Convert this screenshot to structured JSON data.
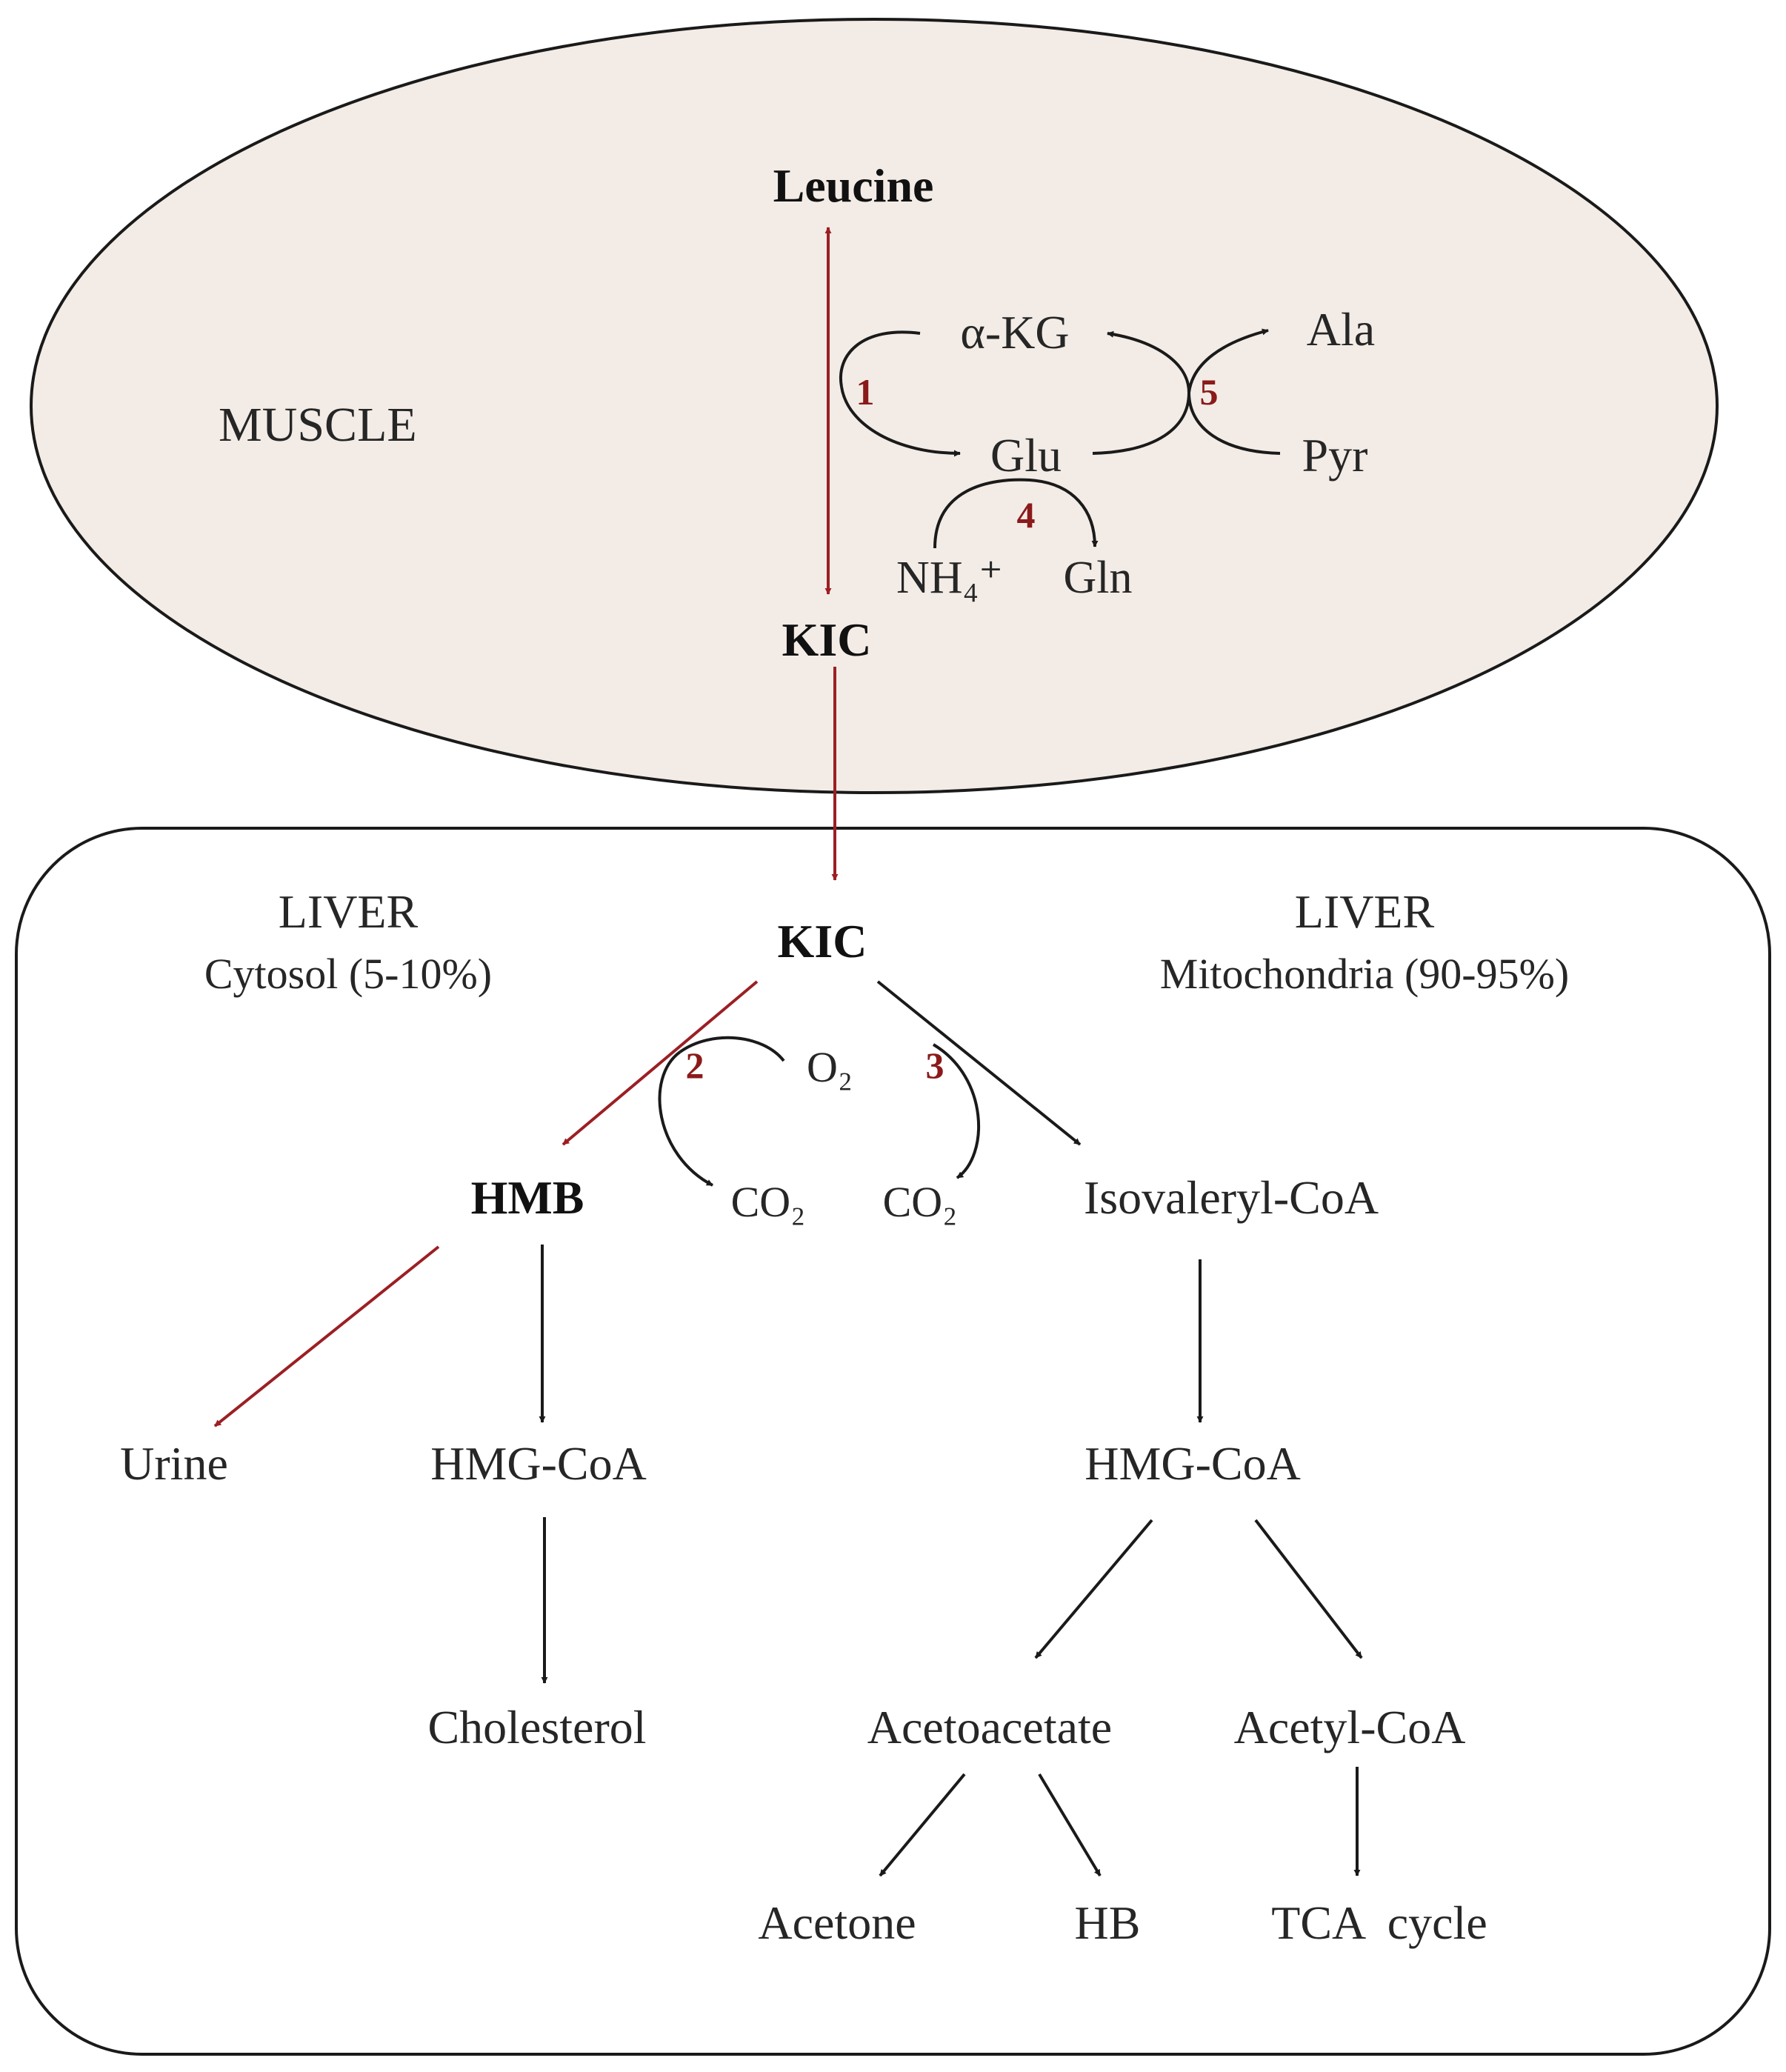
{
  "muscle": {
    "title": "MUSCLE",
    "leucine": "Leucine",
    "kic": "KIC",
    "akg": "α-KG",
    "glu": "Glu",
    "ala": "Ala",
    "pyr": "Pyr",
    "nh4": "NH₄⁺",
    "gln": "Gln",
    "step1": "1",
    "step4": "4",
    "step5": "5"
  },
  "liver": {
    "left_title": "LIVER",
    "left_subtitle": "Cytosol (5-10%)",
    "right_title": "LIVER",
    "right_subtitle": "Mitochondria (90-95%)",
    "kic": "KIC",
    "hmb": "HMB",
    "o2": "O₂",
    "co2_left": "CO₂",
    "co2_right": "CO₂",
    "isovaleryl": "Isovaleryl-CoA",
    "urine": "Urine",
    "hmg_left": "HMG-CoA",
    "hmg_right": "HMG-CoA",
    "cholesterol": "Cholesterol",
    "acetoacetate": "Acetoacetate",
    "acetyl": "Acetyl-CoA",
    "acetone": "Acetone",
    "hb": "HB",
    "tca": "TCA  cycle",
    "step2": "2",
    "step3": "3"
  },
  "colors": {
    "muscle_fill": "#f3ece6",
    "outline": "#1a1a1a",
    "pathway_red": "#9b1f24",
    "step_number": "#8b1a1a"
  }
}
